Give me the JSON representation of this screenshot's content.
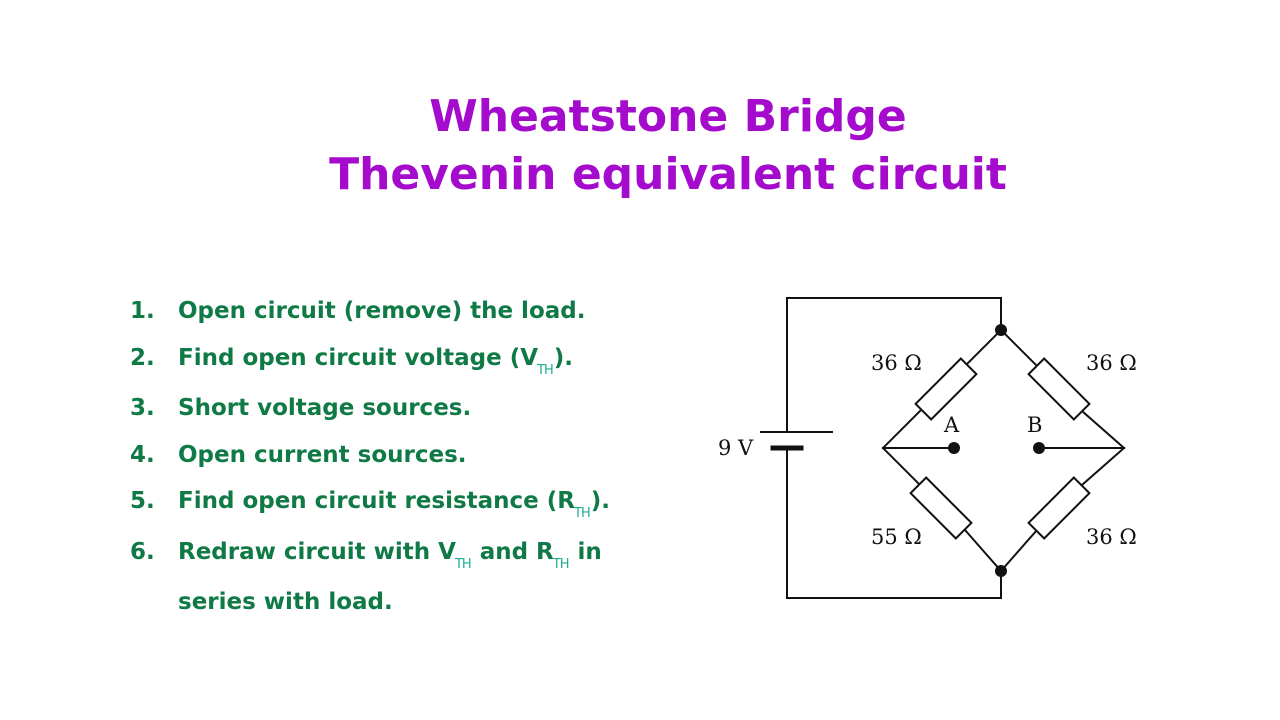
{
  "title": {
    "line1": "Wheatstone Bridge",
    "line2": "Thevenin equivalent circuit"
  },
  "steps": [
    {
      "num": "1.",
      "text": "Open circuit (remove) the load."
    },
    {
      "num": "2.",
      "pre": "Find open circuit voltage (V",
      "sub": "TH",
      "post": ")."
    },
    {
      "num": "3.",
      "text": "Short voltage sources."
    },
    {
      "num": "4.",
      "text": "Open current sources."
    },
    {
      "num": "5.",
      "pre": "Find open circuit resistance (R",
      "sub": "TH",
      "post": ")."
    },
    {
      "num": "6.",
      "a": "Redraw circuit with V",
      "sub1": "TH",
      "b": " and R",
      "sub2": "TH",
      "c": " in",
      "cont": "series with load."
    }
  ],
  "circuit": {
    "source_label": "9 V",
    "r_top_left": "36 Ω",
    "r_top_right": "36 Ω",
    "r_bottom_left": "55 Ω",
    "r_bottom_right": "36 Ω",
    "node_a": "A",
    "node_b": "B"
  },
  "colors": {
    "title": "#a40bcc",
    "steps": "#0f7a45",
    "subscript": "#1fae8e"
  }
}
